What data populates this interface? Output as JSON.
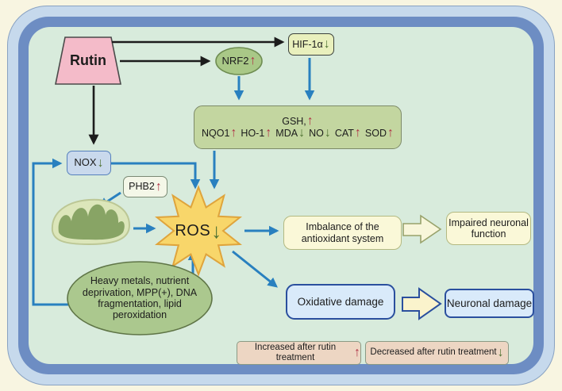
{
  "colors": {
    "increase_red": "#b03245",
    "decrease_green": "#4f7232",
    "pathway_blue": "#2980bf",
    "pathway_black": "#1c1c1c"
  },
  "nodes": {
    "rutin": {
      "label": "Rutin"
    },
    "nrf2": {
      "label": "NRF2",
      "arrow": "↑"
    },
    "hif1a": {
      "label": "HIF-1α",
      "arrow": "↓"
    },
    "nox": {
      "label": "NOX",
      "arrow": "↓"
    },
    "phb2": {
      "label": "PHB2",
      "arrow": "↑"
    },
    "ros": {
      "label": "ROS",
      "arrow": "↓"
    },
    "stressors": {
      "label": "Heavy metals, nutrient deprivation, MPP(+), DNA fragmentation, lipid peroxidation"
    },
    "imbalance": {
      "label": "Imbalance of the antioxidant system"
    },
    "impaired": {
      "label": "Impaired neuronal function"
    },
    "oxidative": {
      "label": "Oxidative damage"
    },
    "neuronal": {
      "label": "Neuronal damage"
    }
  },
  "markers_box": {
    "line1": [
      {
        "label": "GSH,",
        "arrow": "↑"
      }
    ],
    "line2": [
      {
        "label": "NQO1",
        "arrow": "↑"
      },
      {
        "label": "HO-1",
        "arrow": "↑"
      },
      {
        "label": "MDA",
        "arrow": "↓"
      },
      {
        "label": "NO",
        "arrow": "↓"
      },
      {
        "label": "CAT",
        "arrow": "↑"
      },
      {
        "label": "SOD",
        "arrow": "↑"
      }
    ]
  },
  "legend": [
    {
      "label": "Increased after rutin treatment",
      "arrow": "↑"
    },
    {
      "label": "Decreased after rutin treatment",
      "arrow": "↓"
    }
  ]
}
